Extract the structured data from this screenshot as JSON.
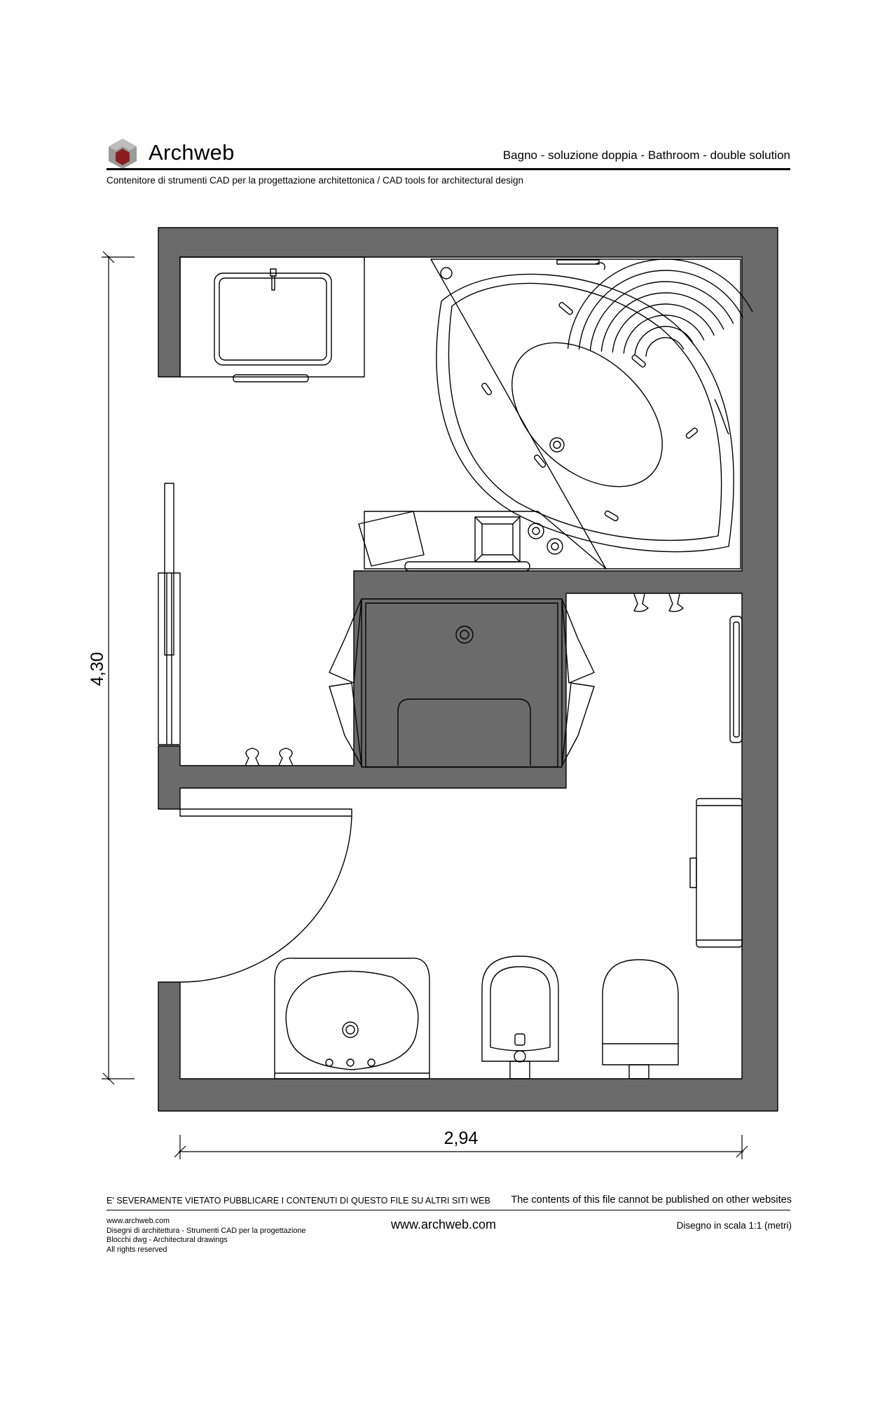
{
  "header": {
    "brand": "Archweb",
    "title": "Bagno - soluzione doppia  -  Bathroom - double solution",
    "subtitle": "Contenitore di strumenti CAD per la progettazione architettonica  /  CAD tools for architectural design"
  },
  "drawing": {
    "dim_height": "4,30",
    "dim_width": "2,94"
  },
  "footer": {
    "warning_it": "E' SEVERAMENTE VIETATO PUBBLICARE I CONTENUTI DI QUESTO FILE SU ALTRI SITI WEB",
    "warning_en": "The contents of this file cannot be published on other websites",
    "lines": [
      "www.archweb.com",
      "Disegni di architettura - Strumenti CAD  per la progettazione",
      "Blocchi dwg - Architectural drawings",
      "All rights reserved"
    ],
    "url": "www.archweb.com",
    "scale": "Disegno in scala 1:1 (metri)"
  },
  "colors": {
    "wall": "#6b6b6b",
    "logo_red": "#8a1e1e",
    "logo_grey": "#9a9a9a"
  }
}
